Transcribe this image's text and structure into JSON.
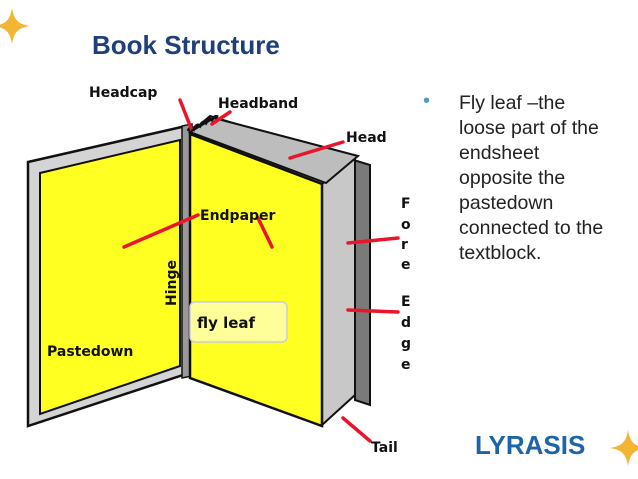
{
  "slide": {
    "title": "Book Structure",
    "bullet": "Fly leaf –the loose part of the endsheet opposite the pastedown connected to the textblock."
  },
  "diagram_labels": {
    "headcap": "Headcap",
    "headband": "Headband",
    "head": "Head",
    "endpaper": "Endpaper",
    "hinge": "Hinge",
    "fly_leaf": "fly leaf",
    "pastedown": "Pastedown",
    "fore_edge_letters": [
      "F",
      "o",
      "r",
      "e",
      "E",
      "d",
      "g",
      "e"
    ],
    "tail": "Tail"
  },
  "logo": {
    "text": "LYRASIS"
  },
  "colors": {
    "title": "#1f3f78",
    "page_yellow": "#ffff22",
    "pointer_red": "#e8152b",
    "accent_star": "#f3b632",
    "logo_blue": "#1e64a8",
    "bullet_dot": "#4a9cc9"
  },
  "icons": {
    "corner_decoration": "four-point-star-icon"
  }
}
